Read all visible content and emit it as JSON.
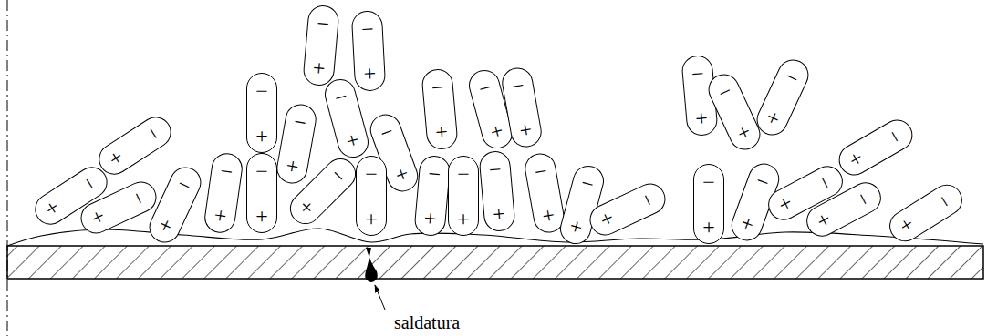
{
  "diagram": {
    "nodes": [
      {
        "text": [
          "−",
          "+"
        ]
      },
      {
        "text": [
          "−",
          "+"
        ]
      },
      {
        "text": [
          "−",
          "+"
        ]
      },
      {
        "text": [
          "−",
          "+"
        ]
      },
      {
        "text": [
          "−",
          "+"
        ]
      },
      {
        "text": [
          "−",
          "+"
        ]
      },
      {
        "text": [
          "−",
          "+"
        ]
      },
      {
        "text": [
          "−",
          "+"
        ]
      },
      {
        "text": [
          "−",
          "+"
        ]
      },
      {
        "text": [
          "−",
          "+"
        ]
      },
      {
        "text": [
          "−",
          "+"
        ]
      },
      {
        "text": [
          "−",
          "+"
        ]
      },
      {
        "text": [
          "−",
          "+"
        ]
      },
      {
        "text": [
          "−",
          "+"
        ]
      },
      {
        "text": [
          "−",
          "+"
        ]
      },
      {
        "text": [
          "−",
          "+"
        ]
      },
      {
        "text": [
          "−",
          "+"
        ]
      },
      {
        "text": [
          "−",
          "+"
        ]
      },
      {
        "text": [
          "−",
          "+"
        ]
      },
      {
        "text": [
          "−",
          "+"
        ]
      },
      {
        "text": [
          "−",
          "+"
        ]
      },
      {
        "text": [
          "−",
          "+"
        ]
      },
      {
        "text": [
          "−",
          "+"
        ]
      },
      {
        "text": [
          "−",
          "+"
        ]
      },
      {
        "text": [
          "−",
          "+"
        ]
      },
      {
        "text": [
          "−",
          "+"
        ]
      },
      {
        "text": [
          "−",
          "+"
        ]
      },
      {
        "text": [
          "−",
          "+"
        ]
      },
      {
        "text": [
          "−",
          "+"
        ]
      },
      {
        "text": [
          "−",
          "+"
        ]
      },
      {
        "text": [
          "−",
          "+"
        ]
      },
      {
        "text": [
          "−",
          "+"
        ]
      }
    ],
    "labels": [
      "saldatura"
    ]
  }
}
